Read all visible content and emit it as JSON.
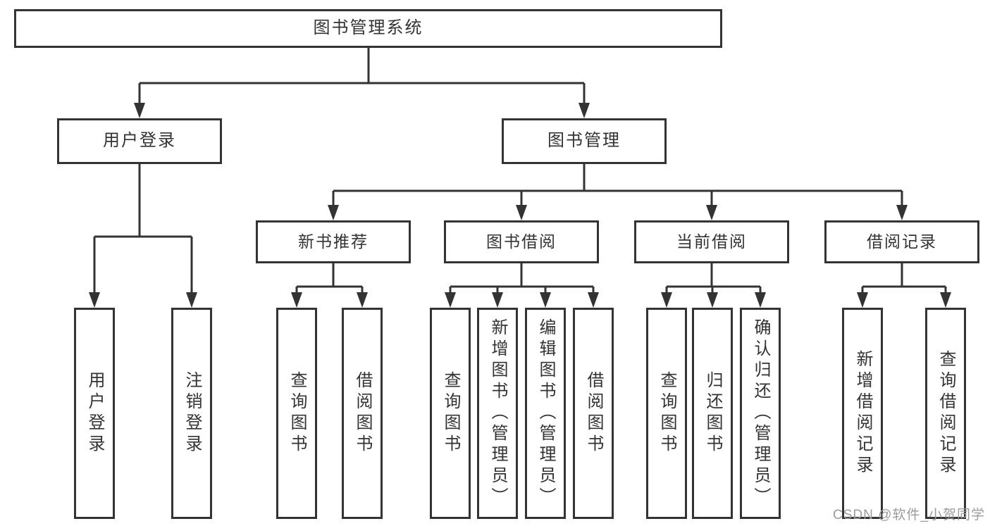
{
  "colors": {
    "line": "#333333",
    "text": "#333333",
    "box_background": "#ffffff",
    "watermark": "#9b9b9b"
  },
  "watermark": {
    "text": "CSDN @软件_小贺同学"
  },
  "diagram": {
    "type": "tree",
    "root": "图书管理系统",
    "level2": [
      {
        "label": "用户登录",
        "children": [
          "用户登录",
          "注销登录"
        ]
      },
      {
        "label": "图书管理",
        "sections": [
          {
            "label": "新书推荐",
            "children": [
              "查询图书",
              "借阅图书"
            ]
          },
          {
            "label": "图书借阅",
            "children": [
              "查询图书",
              "新增图书（管理员）",
              "编辑图书（管理员）",
              "借阅图书"
            ]
          },
          {
            "label": "当前借阅",
            "children": [
              "查询图书",
              "归还图书",
              "确认归还（管理员）"
            ]
          },
          {
            "label": "借阅记录",
            "children": [
              "新增借阅记录",
              "查询借阅记录"
            ]
          }
        ]
      }
    ]
  }
}
